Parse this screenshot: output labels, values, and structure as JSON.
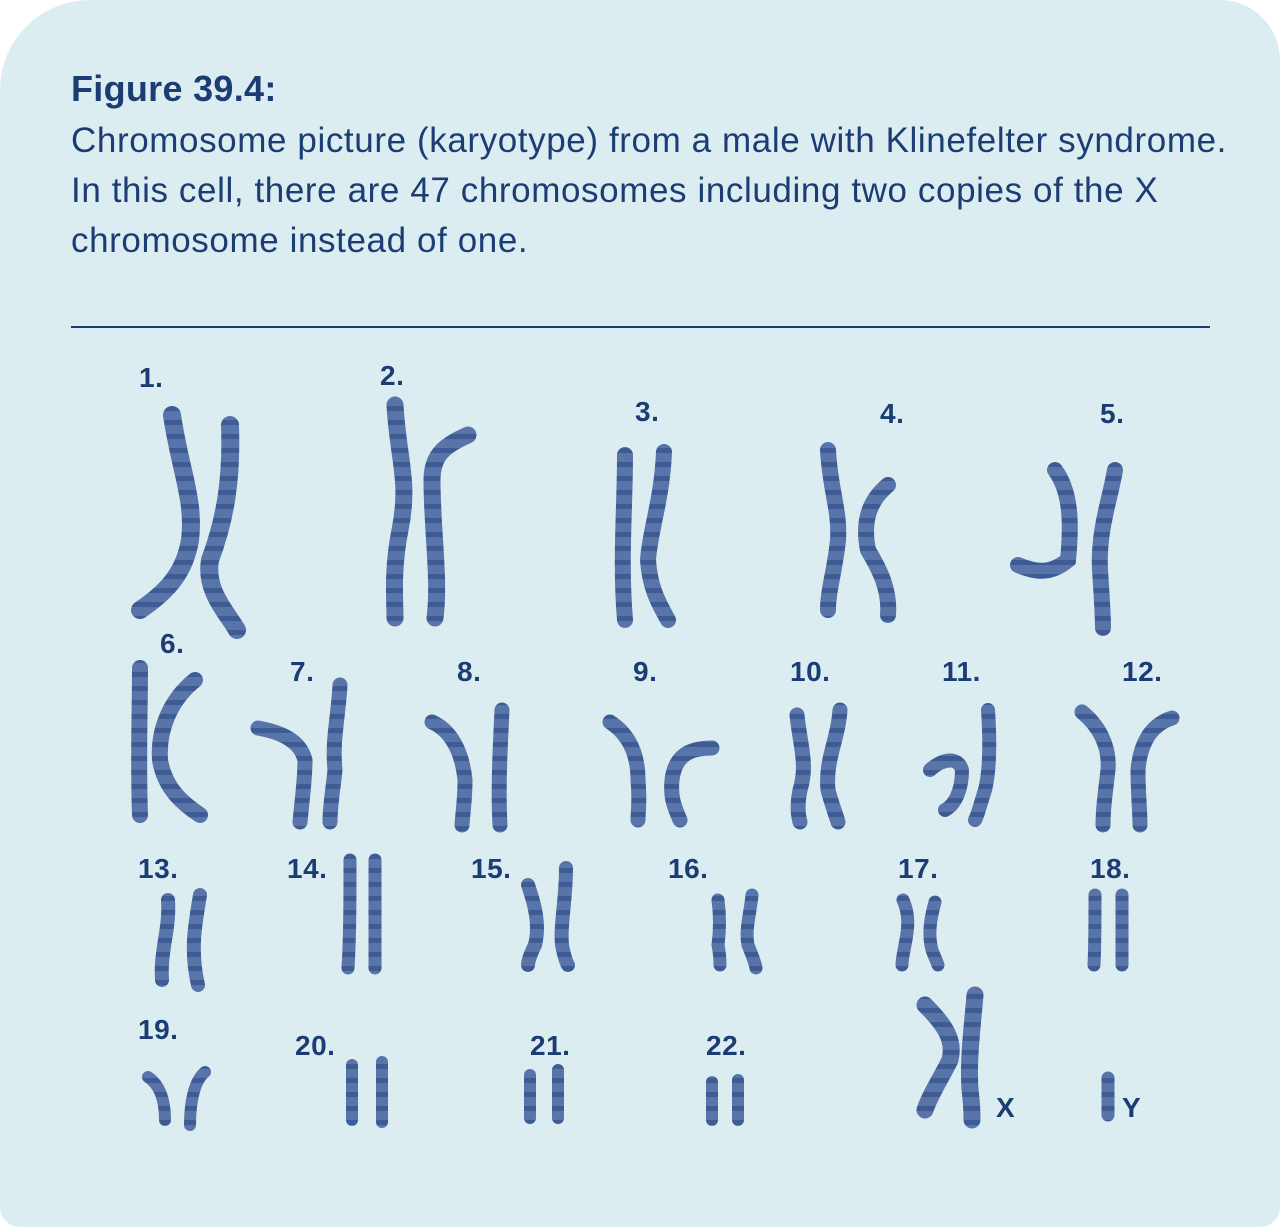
{
  "figure": {
    "title": "Figure 39.4:",
    "caption": "Chromosome picture (karyotype) from a male with Klinefelter syndrome. In this cell, there are 47 chromosomes including two copies of the X chromosome instead of one.",
    "colors": {
      "background": "#dcedf2",
      "text": "#1c3d73",
      "chromosome": "#3c5a94"
    }
  },
  "karyotype": {
    "labels": [
      "1.",
      "2.",
      "3.",
      "4.",
      "5.",
      "6.",
      "7.",
      "8.",
      "9.",
      "10.",
      "11.",
      "12.",
      "13.",
      "14.",
      "15.",
      "16.",
      "17.",
      "18.",
      "19.",
      "20.",
      "21.",
      "22.",
      "X",
      "Y"
    ]
  }
}
